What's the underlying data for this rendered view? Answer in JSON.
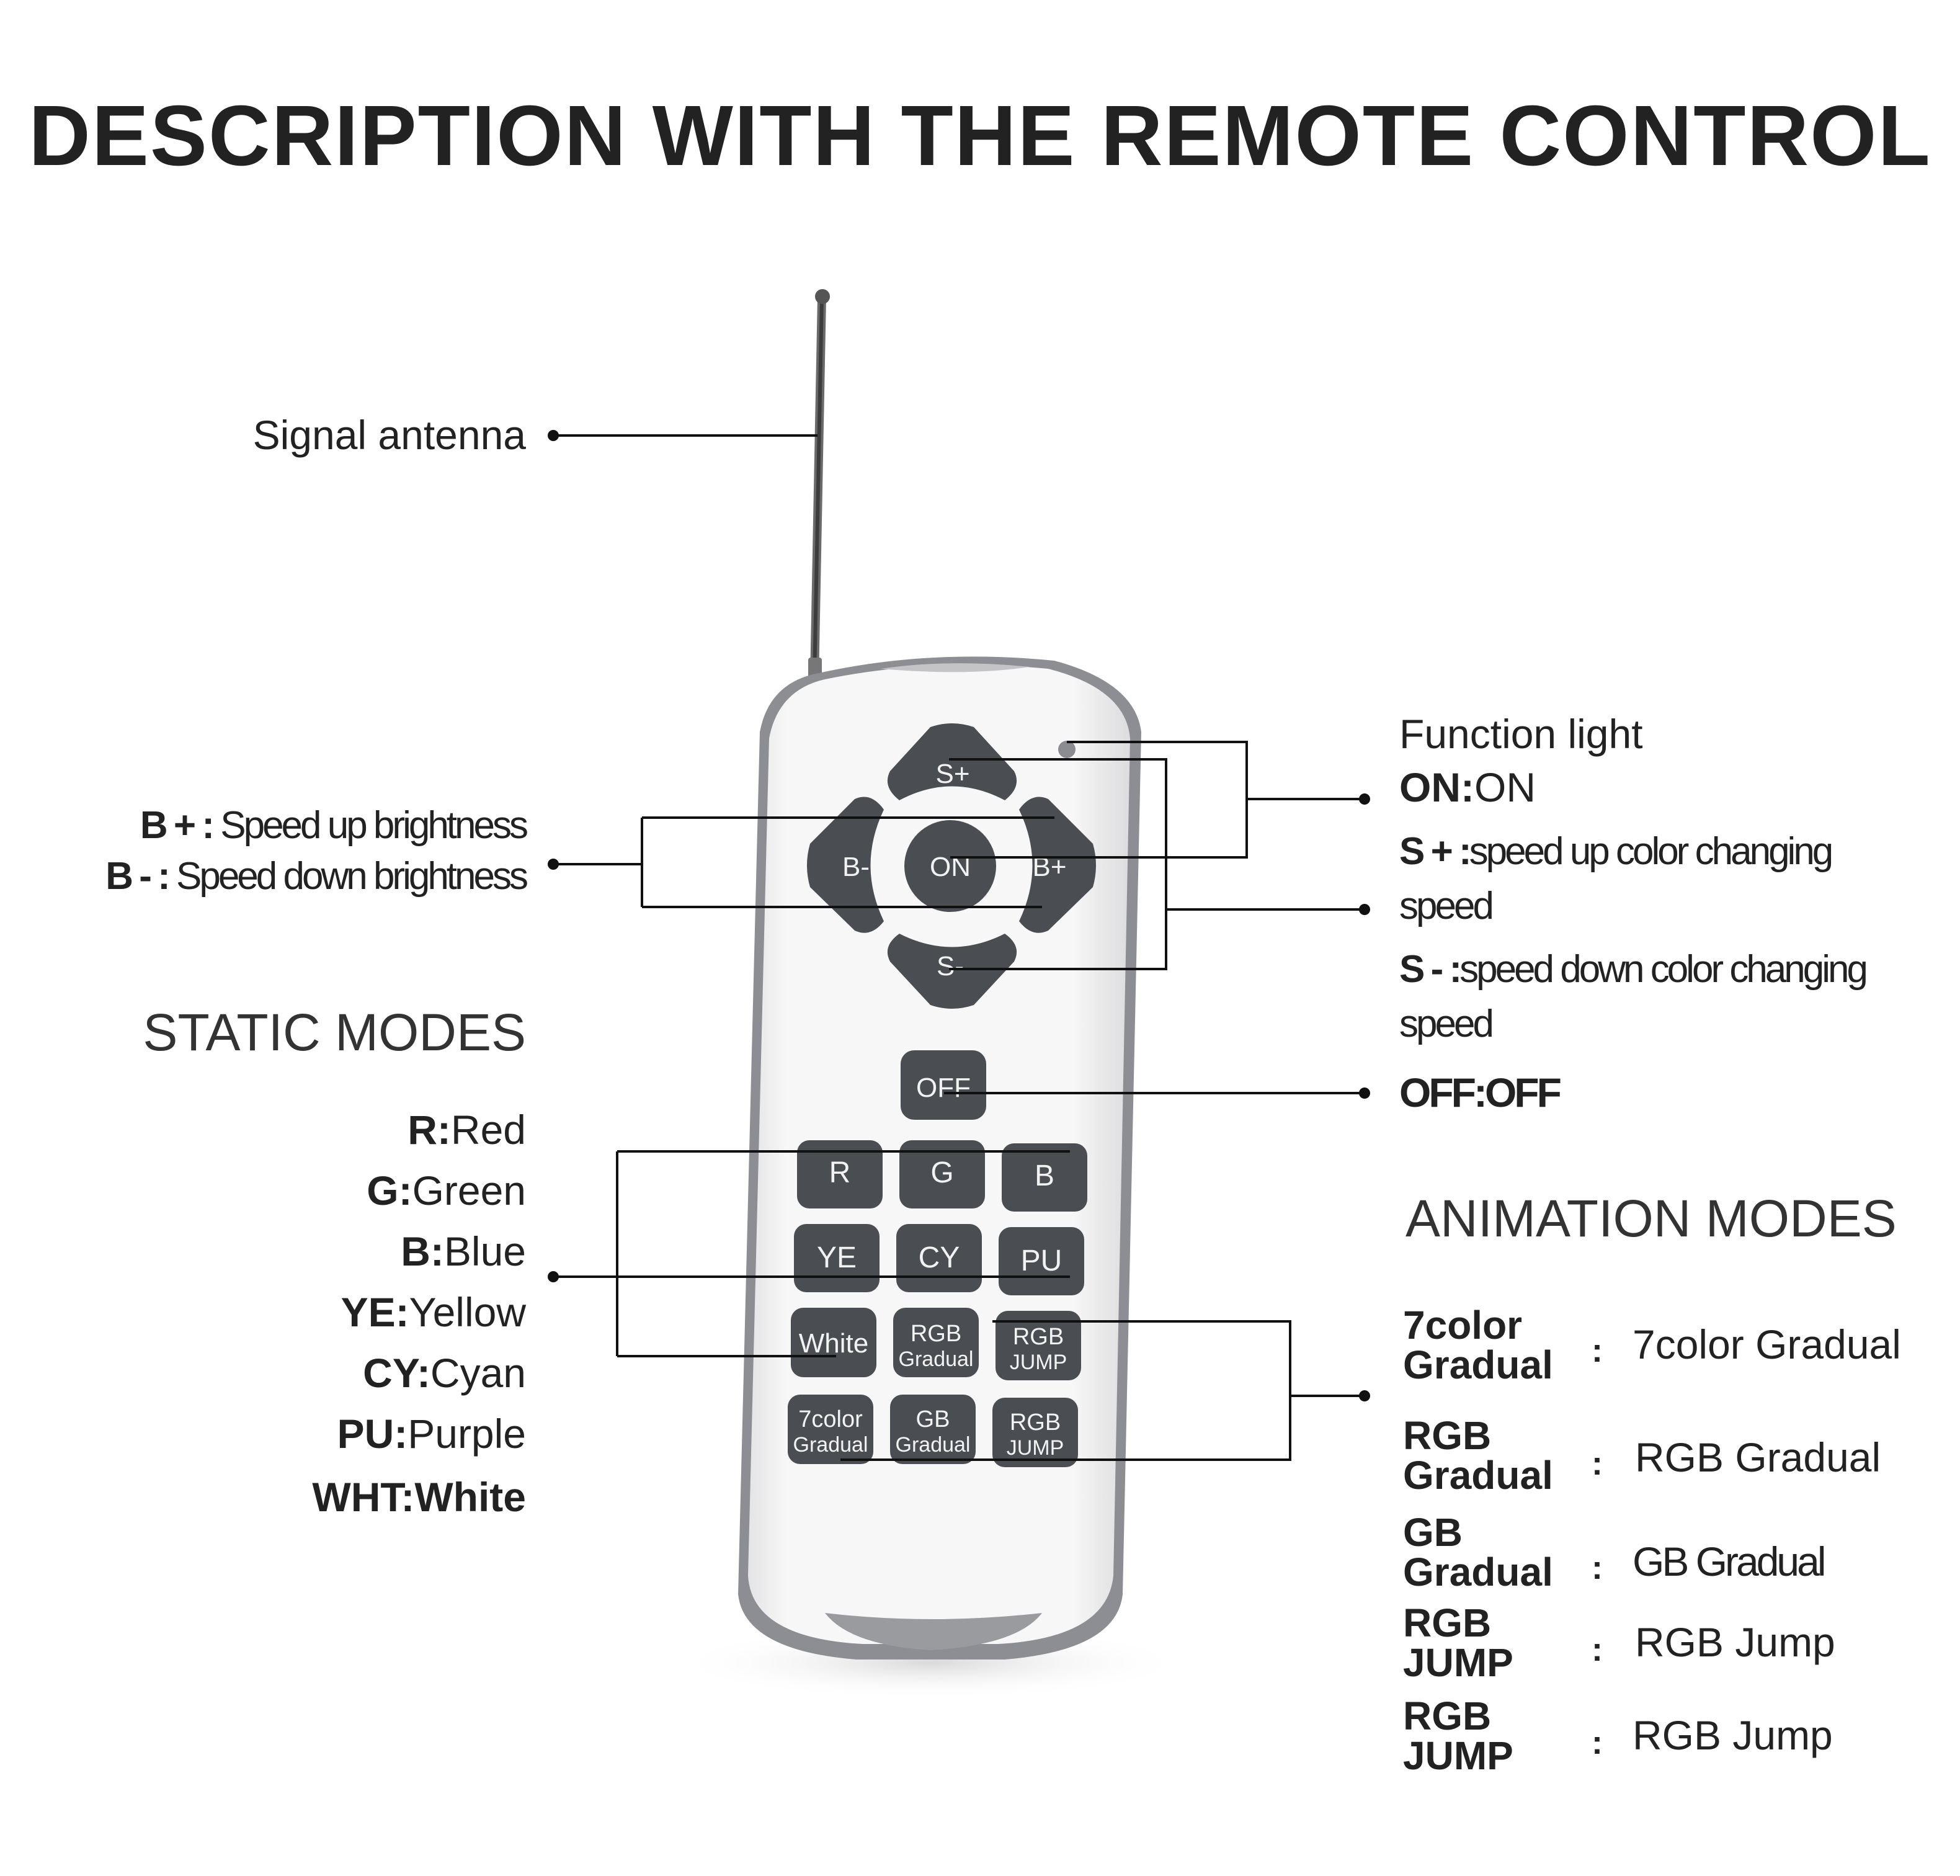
{
  "title": "DESCRIPTION WITH THE REMOTE CONTROL",
  "labels": {
    "signal_antenna": "Signal antenna",
    "b_plus_key": "B + :",
    "b_plus_text": " Speed up brightness",
    "b_minus_key": "B - :",
    "b_minus_text": " Speed down brightness",
    "function_light": "Function light",
    "on_key": "ON:",
    "on_text": "ON",
    "s_plus_key": "S + :",
    "s_plus_text": "speed up color changing",
    "s_plus_text2": "speed",
    "s_minus_key": "S - :",
    "s_minus_text": "speed down color  changing",
    "s_minus_text2": "speed",
    "off_key": "OFF:",
    "off_text": "OFF"
  },
  "static_modes": {
    "heading": "STATIC MODES",
    "items": [
      {
        "key": "R:",
        "value": "Red"
      },
      {
        "key": "G:",
        "value": "Green"
      },
      {
        "key": "B:",
        "value": "Blue"
      },
      {
        "key": "YE:",
        "value": "Yellow"
      },
      {
        "key": "CY:",
        "value": "Cyan"
      },
      {
        "key": "PU:",
        "value": "Purple"
      },
      {
        "key": "WHT:",
        "value": "White"
      }
    ]
  },
  "animation_modes": {
    "heading": "ANIMATION MODES",
    "separator": ":",
    "items": [
      {
        "key_line1": "7color",
        "key_line2": "Gradual",
        "value": "7color Gradual"
      },
      {
        "key_line1": "RGB",
        "key_line2": "Gradual",
        "value": "RGB Gradual"
      },
      {
        "key_line1": "GB",
        "key_line2": "Gradual",
        "value": "GB Gradual"
      },
      {
        "key_line1": "RGB",
        "key_line2": "JUMP",
        "value": "RGB Jump"
      },
      {
        "key_line1": "RGB",
        "key_line2": "JUMP",
        "value": "RGB Jump"
      }
    ]
  },
  "remote_buttons": {
    "s_plus": "S+",
    "s_minus": "S-",
    "b_minus": "B-",
    "b_plus": "B+",
    "on": "ON",
    "off": "OFF",
    "r": "R",
    "g": "G",
    "b": "B",
    "ye": "YE",
    "cy": "CY",
    "pu": "PU",
    "white": "White",
    "rgb_gradual_1": "RGB",
    "rgb_gradual_2": "Gradual",
    "rgb_jump_1": "RGB",
    "rgb_jump_2": "JUMP",
    "seven_gradual_1": "7color",
    "seven_gradual_2": "Gradual",
    "gb_gradual_1": "GB",
    "gb_gradual_2": "Gradual",
    "rgb_jump_b_1": "RGB",
    "rgb_jump_b_2": "JUMP"
  },
  "colors": {
    "text": "#222222",
    "button": "#4a4d52",
    "button_text": "#f2f2f2",
    "remote_body": "#f4f4f4",
    "remote_edge": "#8d8e93",
    "leader_line": "#111111"
  }
}
